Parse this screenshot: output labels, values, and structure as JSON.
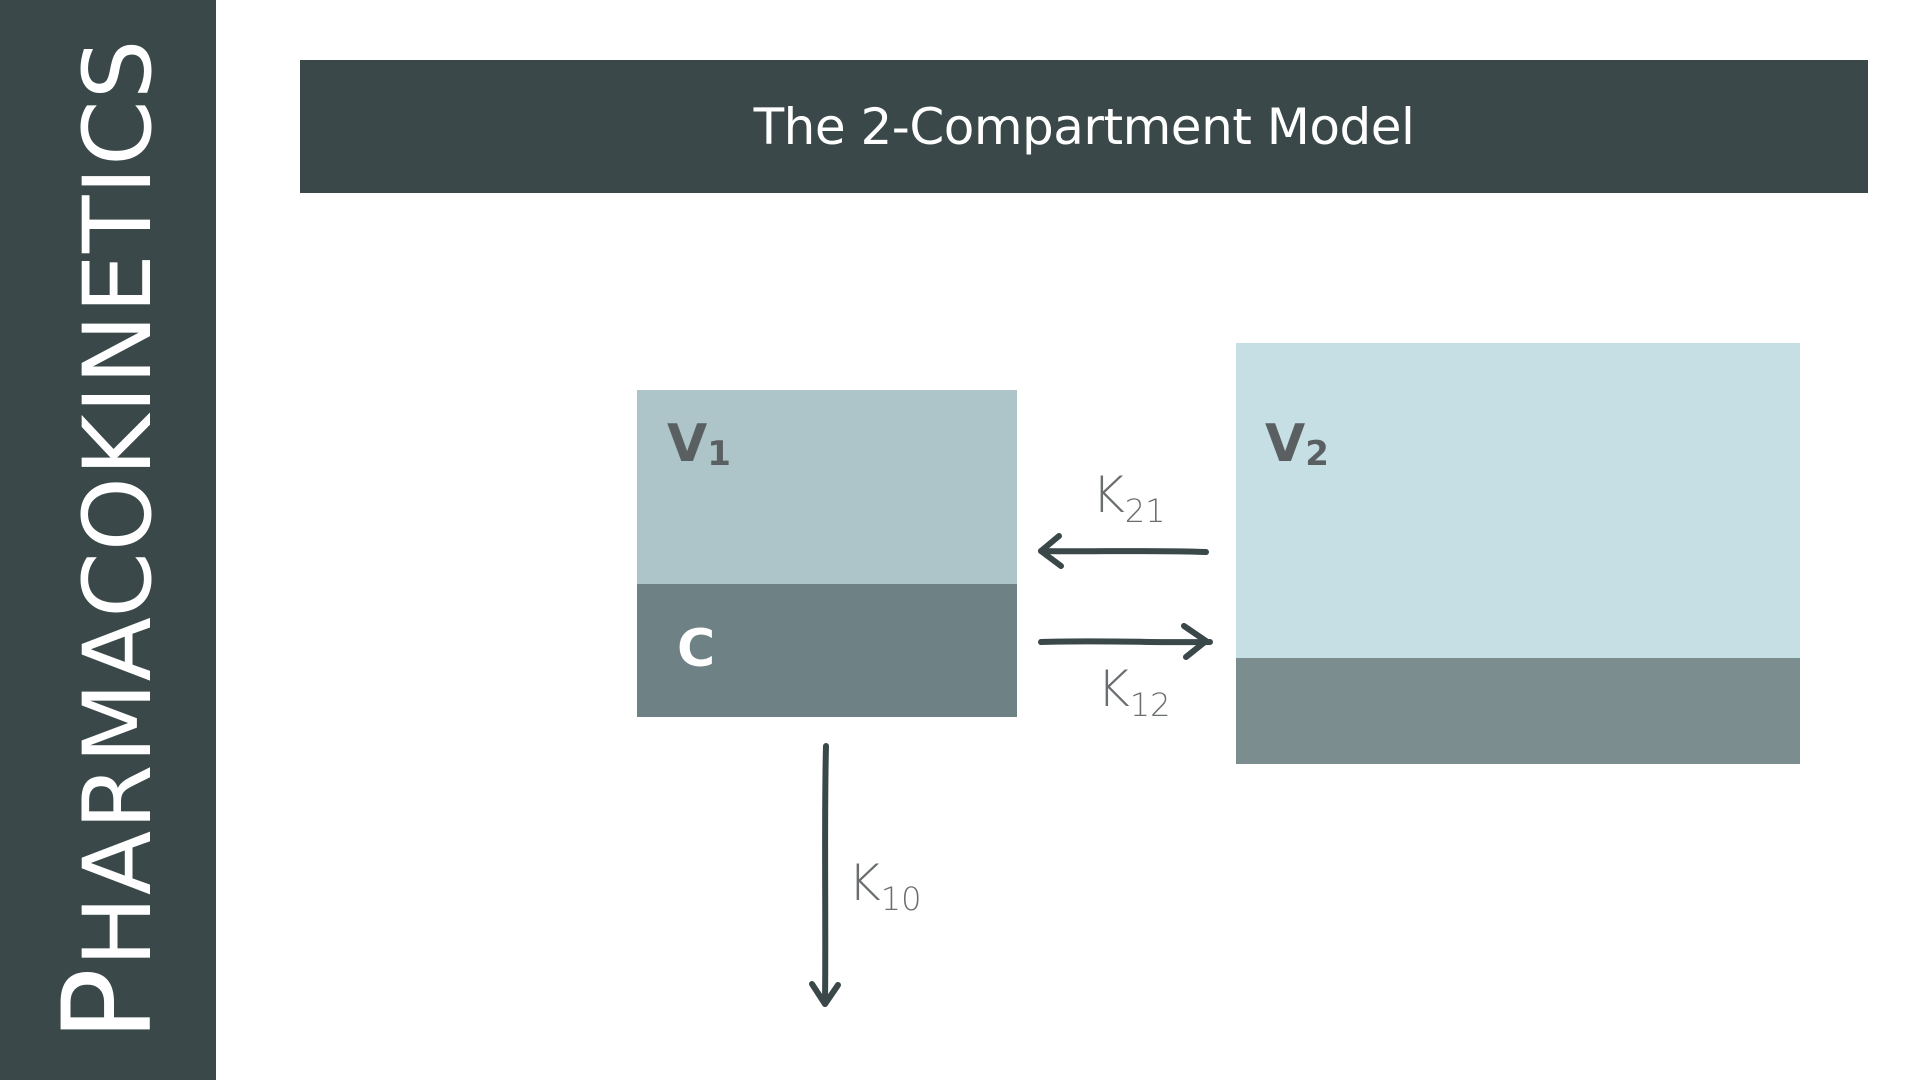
{
  "sidebar": {
    "title_first": "P",
    "title_rest": "HARMACOKINETICS"
  },
  "header": {
    "title": "The 2-Compartment Model"
  },
  "diagram": {
    "v1": {
      "main": "V",
      "sub": "1"
    },
    "v2": {
      "main": "V",
      "sub": "2"
    },
    "c_label": "C",
    "k21": {
      "main": "K",
      "sub": "21"
    },
    "k12": {
      "main": "K",
      "sub": "12"
    },
    "k10": {
      "main": "K",
      "sub": "10"
    }
  },
  "colors": {
    "dark": "#3a4849",
    "compartment1_top": "#adc4c8",
    "compartment1_bottom": "#6e8286",
    "compartment2_top": "#c6dfe4",
    "compartment2_bottom": "#7b8d8f"
  }
}
